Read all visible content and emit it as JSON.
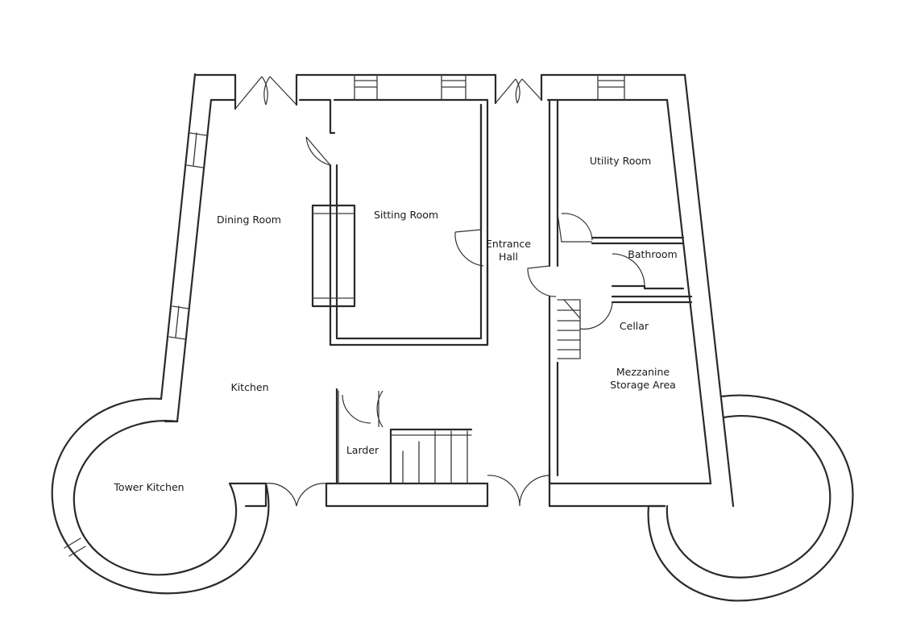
{
  "rooms": {
    "dining_room": "Dining Room",
    "sitting_room": "Sitting Room",
    "entrance_hall": "Entrance\nHall",
    "utility_room": "Utility Room",
    "bathroom": "Bathroom",
    "cellar": "Cellar",
    "kitchen": "Kitchen",
    "larder": "Larder",
    "mezzanine": "Mezzanine\nStorage Area",
    "tower_kitchen": "Tower Kitchen"
  }
}
